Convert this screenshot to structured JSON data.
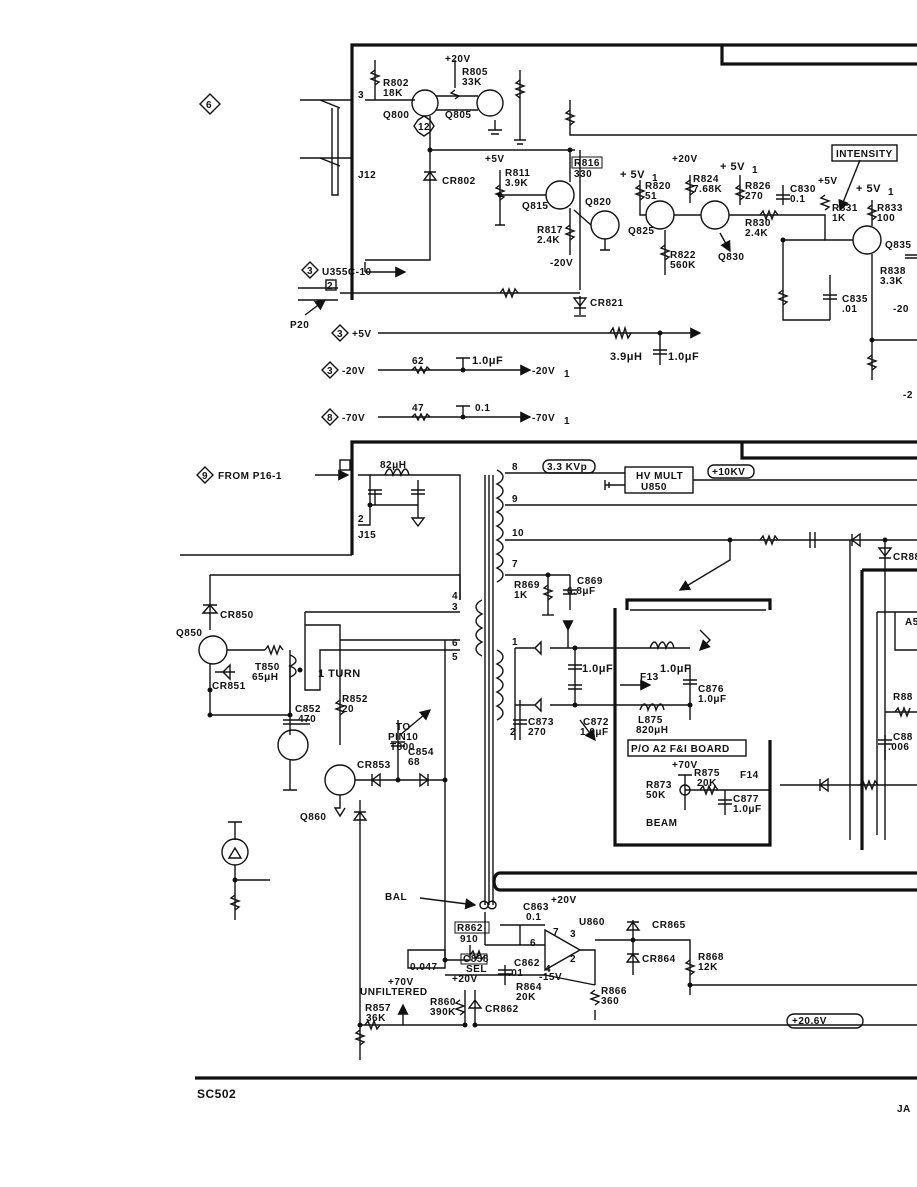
{
  "section_markers": {
    "s6": "6",
    "s3a": "3",
    "s3b": "3",
    "s3c": "3",
    "s8": "8",
    "s9": "9",
    "transistor_ref": "12"
  },
  "labels": {
    "v20_top": "+20V",
    "r805": "R805",
    "r805_val": "33K",
    "r802": "R802",
    "r802_val": "18K",
    "pin3": "3",
    "q800": "Q800",
    "q805": "Q805",
    "j12": "J12",
    "cr802": "CR802",
    "v5_a": "+5V",
    "r811": "R811",
    "r811_val": "3.9K",
    "r816": "R816",
    "r816_val": "330",
    "q815": "Q815",
    "r817": "R817",
    "r817_val": "2.4K",
    "v20n_a": "-20V",
    "v5v1_a": "+ 5V",
    "v5v1_a_sub": "1",
    "r820": "R820",
    "r820_val": "51",
    "q820": "Q820",
    "v20_b": "+20V",
    "r824": "R824",
    "r824_val": "7.68K",
    "q825": "Q825",
    "r822": "R822",
    "r822_val": "560K",
    "v5v1_b": "+ 5V",
    "v5v1_b_sub": "1",
    "r826": "R826",
    "r826_val": "270",
    "r830": "R830",
    "r830_val": "2.4K",
    "q830": "Q830",
    "c830": "C830",
    "c830_val": "0.1",
    "intensity": "INTENSITY",
    "v5_b": "+5V",
    "r831": "R831",
    "r831_val": "1K",
    "v5v1_c": "+ 5V",
    "v5v1_c_sub": "1",
    "r833": "R833",
    "r833_val": "100",
    "q835": "Q835",
    "r838": "R838",
    "r838_val": "3.3K",
    "m20_edge": "-20",
    "c835": "C835",
    "c835_val": ".01",
    "u355": "U355C-10",
    "p20": "P20",
    "p20_pin2": "2",
    "cr821": "CR821",
    "v5_c": "+5V",
    "l_39": "3.9μH",
    "c_10a": "1.0μF",
    "m20_in": "-20V",
    "r62": "62",
    "c_10b": "1.0μF",
    "m20_out": "-20V",
    "m20_out_sub": "1",
    "m20_edge2": "-2",
    "m70_in": "-70V",
    "r47": "47",
    "c_01": "0.1",
    "m70_out": "-70V",
    "m70_out_sub": "1",
    "from_p16": "FROM P16-1",
    "l82": "82μH",
    "j15_pin2": "2",
    "j15": "J15",
    "t8": "8",
    "t9": "9",
    "t10": "10",
    "t7": "7",
    "t4": "4",
    "t3": "3",
    "t6": "6",
    "t5": "5",
    "t1": "1",
    "t2": "2",
    "kv33": "3.3 KVp",
    "hv_mult": "HV MULT",
    "u850": "U850",
    "kv10": "+10KV",
    "r869": "R869",
    "r869_val": "1K",
    "c869": "C869",
    "c869_val": "6.8μF",
    "cr850": "CR850",
    "q850": "Q850",
    "t850": "T850",
    "t850_val": "65μH",
    "cr851": "CR851",
    "one_turn": "1 TURN",
    "r852": "R852",
    "r852_val": "20",
    "c852": "C852",
    "c852_val": "470",
    "to": "TO",
    "pin10": "PIN10",
    "t800": "T800",
    "cr853": "CR853",
    "c854": "C854",
    "c854_val": "68",
    "q860": "Q860",
    "c_10c": "1.0μF",
    "c873": "C873",
    "c873_val": "270",
    "c872": "C872",
    "c872_val": "1.0μF",
    "f13": "F13",
    "c_10d": "1.0μF",
    "c876": "C876",
    "c876_val": "1.0μF",
    "l875": "L875",
    "l875_val": "820μH",
    "board": "P/O A2 F&I BOARD",
    "v70": "+70V",
    "r875": "R875",
    "r875_val": "20K",
    "f14": "F14",
    "r873": "R873",
    "r873_val": "50K",
    "beam": "BEAM",
    "c877": "C877",
    "c877_val": "1.0μF",
    "cr88": "CR88",
    "a5": "A5",
    "r88": "R88",
    "c88": "C88",
    "c88_val": ".006",
    "bal": "BAL",
    "c863": "C863",
    "c863_val": "0.1",
    "v20_c": "+20V",
    "u860": "U860",
    "cr865": "CR865",
    "r862": "R862",
    "r862_val": "910",
    "op6": "6",
    "op7": "7",
    "op3": "3",
    "op2": "2",
    "op4": "4",
    "c858": "C858",
    "c858_val": "SEL",
    "c_047": "0.047",
    "v20_d": "+20V",
    "c862": "C862",
    "c862_val": ".01",
    "m15": "-15V",
    "cr864": "CR864",
    "r868": "R868",
    "r868_val": "12K",
    "r864": "R864",
    "r864_val": "20K",
    "r866": "R866",
    "r866_val": "360",
    "v70u": "+70V",
    "unfiltered": "UNFILTERED",
    "r857": "R857",
    "r857_val": "36K",
    "r860": "R860",
    "r860_val": "390K",
    "cr862": "CR862",
    "v206": "+20.6V",
    "footer_left": "SC502",
    "footer_right": "JA"
  }
}
